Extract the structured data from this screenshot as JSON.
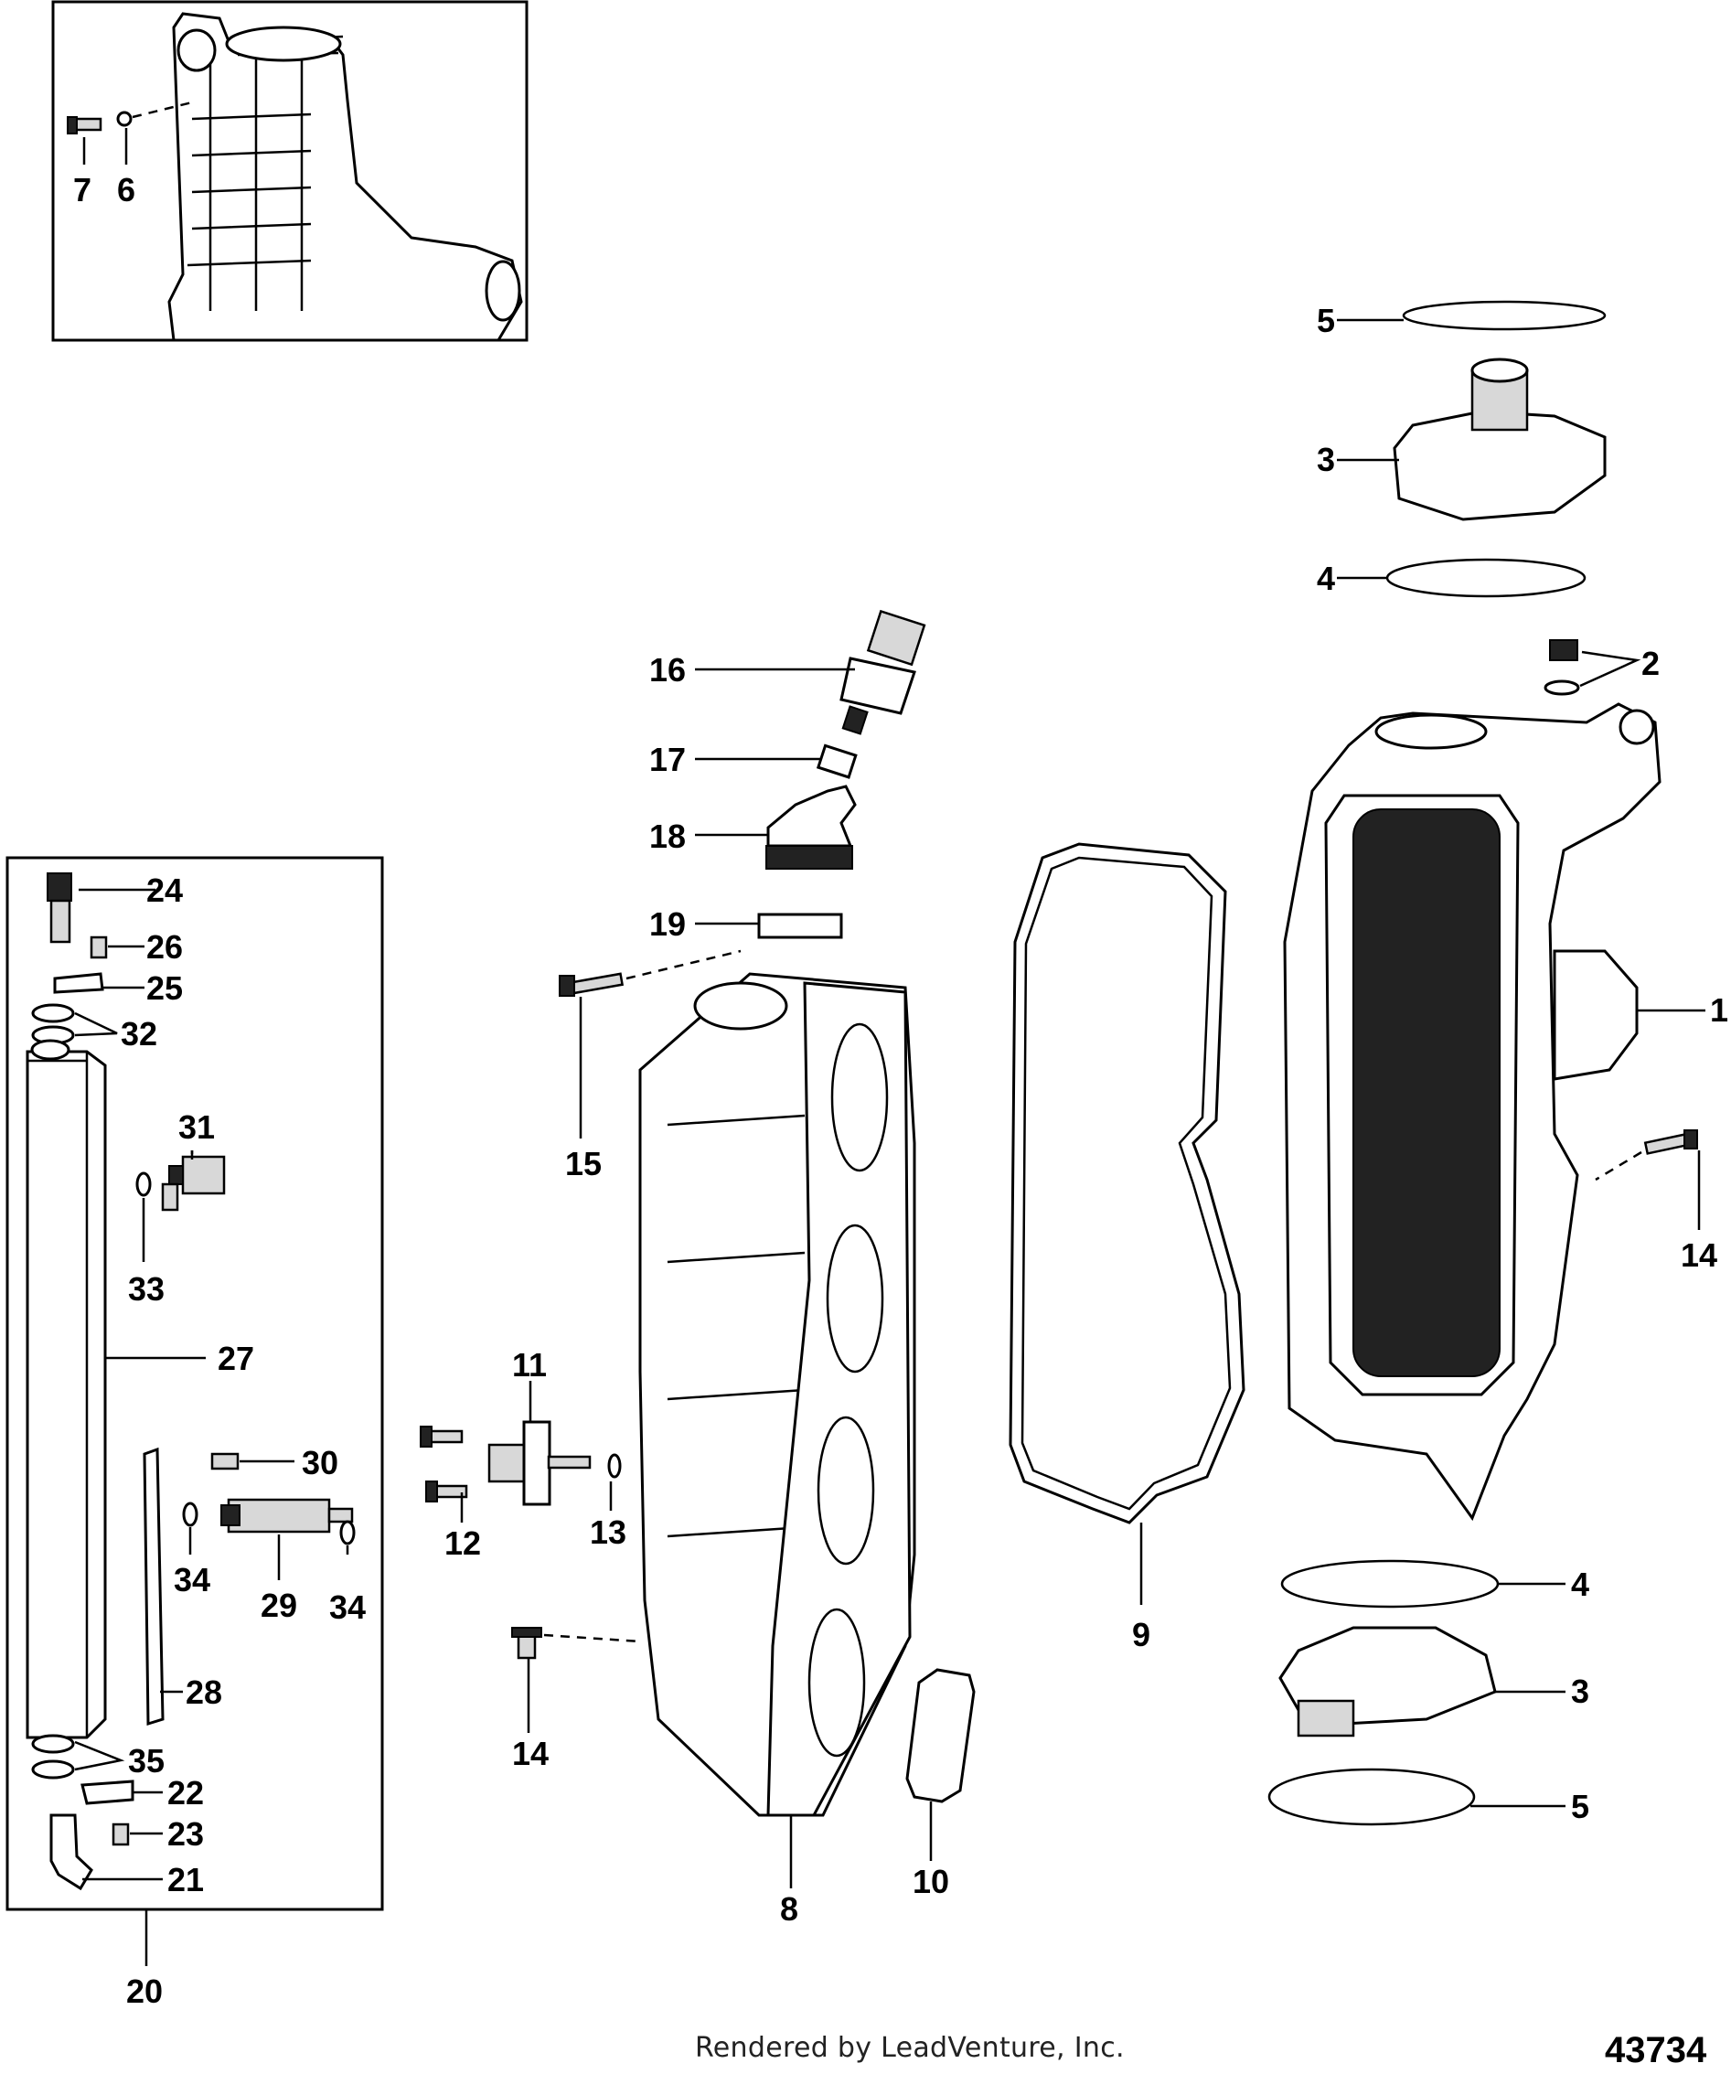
{
  "footer": {
    "credit": "Rendered by LeadVenture, Inc.",
    "diagram_number": "43734"
  },
  "callouts": {
    "c1": "1",
    "c2": "2",
    "c3a": "3",
    "c3b": "3",
    "c4a": "4",
    "c4b": "4",
    "c5a": "5",
    "c5b": "5",
    "c6": "6",
    "c7": "7",
    "c8": "8",
    "c9": "9",
    "c10": "10",
    "c11": "11",
    "c12": "12",
    "c13": "13",
    "c14a": "14",
    "c14b": "14",
    "c15": "15",
    "c16": "16",
    "c17": "17",
    "c18": "18",
    "c19": "19",
    "c20": "20",
    "c21": "21",
    "c22": "22",
    "c23": "23",
    "c24": "24",
    "c25": "25",
    "c26": "26",
    "c27": "27",
    "c28": "28",
    "c29": "29",
    "c30": "30",
    "c31": "31",
    "c32": "32",
    "c33": "33",
    "c34a": "34",
    "c34b": "34",
    "c35": "35"
  }
}
